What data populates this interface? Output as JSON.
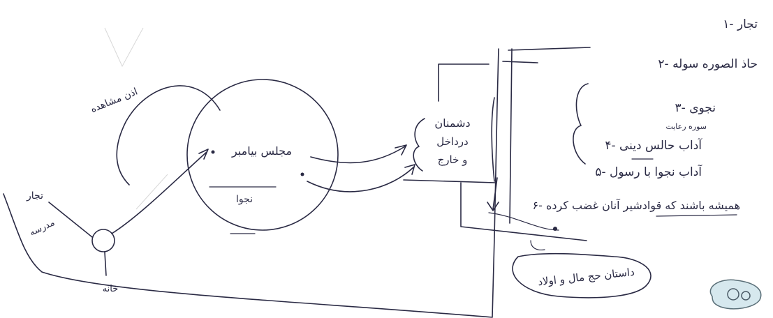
{
  "list": {
    "items": [
      "۱- تجار",
      "۲- حاذ الصوره سوله",
      "۳- نجوی",
      "۴- آداب حالس دینی",
      "۵- آداب نجوا با رسول",
      "۶- همیشه باشند که قوادشیر آنان غضب کرده"
    ],
    "subnote": "سوره رعایت"
  },
  "circle": {
    "label": "مجلس بیامبر",
    "sublabel": "نجوا"
  },
  "curve_label": "اذن مشاهده",
  "left": {
    "label_top": "تجار",
    "label_mid": "مدرسه",
    "label_bottom": "خانه"
  },
  "box": {
    "lines": [
      "دشمنان",
      "درداخل",
      "و خارج"
    ]
  },
  "oval": {
    "label": "داستان حج مال و اولاد"
  },
  "colors": {
    "ink": "#2a2a44",
    "background": "#ffffff"
  }
}
